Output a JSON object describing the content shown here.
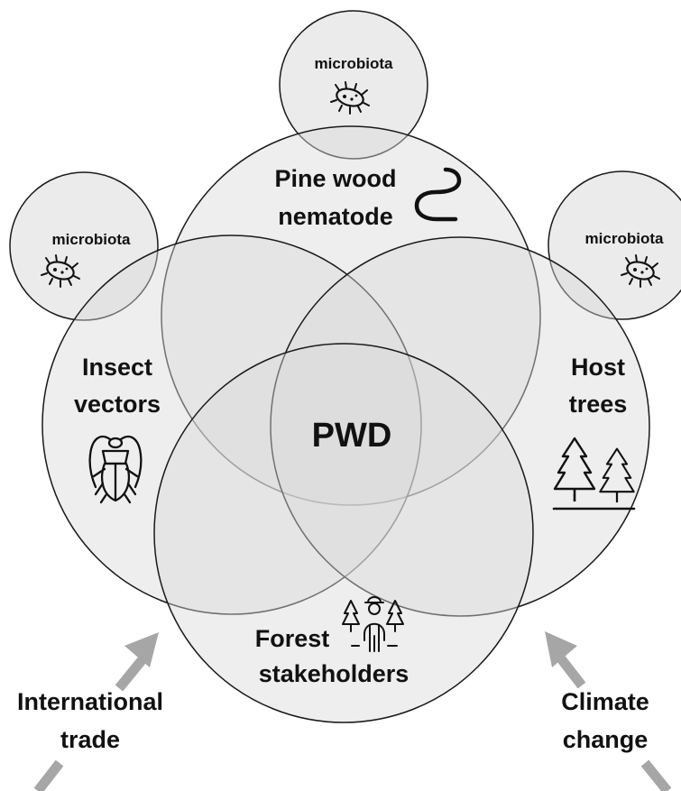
{
  "diagram": {
    "center_label": "PWD",
    "circles": {
      "nematode": {
        "line1": "Pine wood",
        "line2": "nematode",
        "icon": "worm-icon"
      },
      "insects": {
        "line1": "Insect",
        "line2": "vectors",
        "icon": "beetle-icon"
      },
      "trees": {
        "line1": "Host",
        "line2": "trees",
        "icon": "pine-trees-icon"
      },
      "stakeholders": {
        "line1": "Forest",
        "line2": "stakeholders",
        "icon": "forester-icon"
      }
    },
    "microbiota": {
      "label": "microbiota",
      "icon": "bacterium-icon"
    },
    "drivers": {
      "left": {
        "line1": "International",
        "line2": "trade",
        "icon": "arrow-icon"
      },
      "right": {
        "line1": "Climate",
        "line2": "change",
        "icon": "arrow-icon"
      }
    },
    "colors": {
      "circle_fill": "#ebebeb",
      "circle_stroke": "#1a1a1a",
      "arrow": "#a6a6a6"
    }
  }
}
